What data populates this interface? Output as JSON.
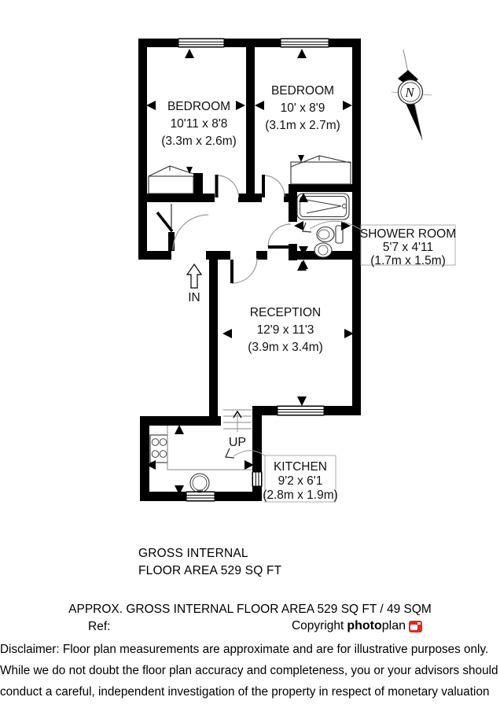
{
  "plan": {
    "rooms": {
      "bedroom1": {
        "name": "BEDROOM",
        "size_imperial": "10'11 x 8'8",
        "size_metric": "(3.3m x 2.6m)"
      },
      "bedroom2": {
        "name": "BEDROOM",
        "size_imperial": "10' x 8'9",
        "size_metric": "(3.1m x 2.7m)"
      },
      "reception": {
        "name": "RECEPTION",
        "size_imperial": "12'9 x 11'3",
        "size_metric": "(3.9m x 3.4m)"
      },
      "shower_room": {
        "name": "SHOWER ROOM",
        "size_imperial": "5'7 x 4'11",
        "size_metric": "(1.7m x 1.5m)"
      },
      "kitchen": {
        "name": "KITCHEN",
        "size_imperial": "9'2 x 6'1",
        "size_metric": "(2.8m x 1.9m)"
      }
    },
    "labels": {
      "entrance": "IN",
      "stairs": "UP",
      "compass_north": "N"
    },
    "area_note": {
      "line1": "GROSS INTERNAL",
      "line2": "FLOOR AREA 529 SQ FT"
    }
  },
  "footer": {
    "approx_area": "APPROX. GROSS INTERNAL FLOOR AREA 529 SQ FT / 49 SQM",
    "ref_label": "Ref:",
    "copyright_label": "Copyright",
    "brand_bold": "photo",
    "brand_regular": "plan",
    "disclaimer": {
      "line1": "Disclaimer: Floor plan measurements are approximate and are for illustrative purposes only.",
      "line2": "While we do not doubt the floor plan accuracy and completeness, you or your advisors should",
      "line3": "conduct a careful, independent investigation of the property in respect of monetary valuation"
    }
  },
  "colors": {
    "wall": "#000000",
    "background": "#ffffff",
    "brand_red": "#e52620"
  }
}
